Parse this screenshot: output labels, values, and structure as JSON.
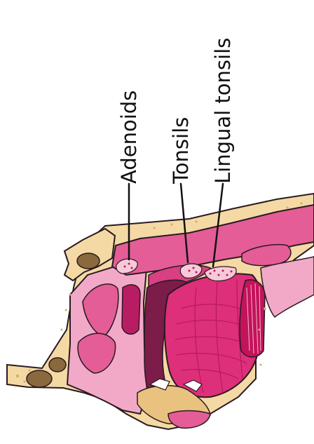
{
  "labels": {
    "adenoids": "Adenoids",
    "tonsils": "Tonsils",
    "lingual_tonsils": "Lingual tonsils"
  },
  "colors": {
    "background": "#ffffff",
    "outline": "#2a1a22",
    "bone": "#f4d9a4",
    "bone_dark": "#e9c27f",
    "sinus": "#8a6a3c",
    "mucosa_light": "#f2a9c8",
    "mucosa": "#e45d97",
    "mucosa_mid": "#d93f83",
    "mucosa_deep": "#b81d63",
    "cavity_dark": "#7c1c49",
    "tongue": "#dd2f7a",
    "tonsil_tissue": "#f8c9d7",
    "muscle": "#c3135a",
    "label_text": "#111111"
  },
  "icons": [
    "head-cross-section-illustration"
  ]
}
